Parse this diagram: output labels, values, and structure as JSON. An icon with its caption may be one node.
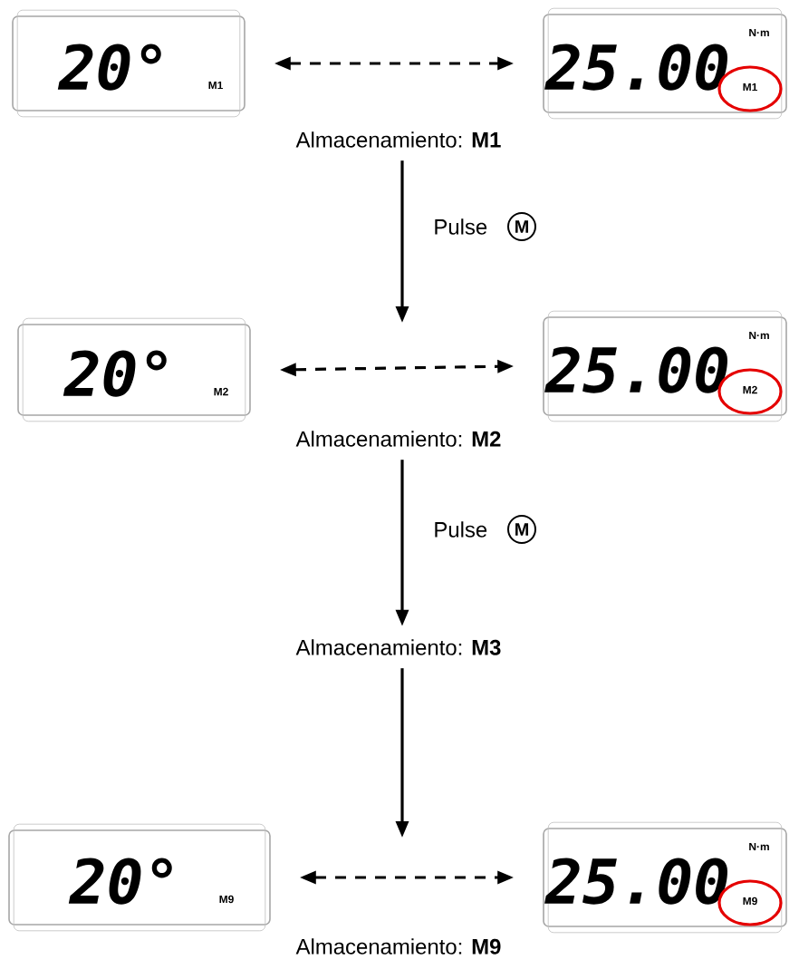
{
  "diagram": {
    "nodes": [
      {
        "text": [
          "20°",
          "M1"
        ]
      },
      {
        "text": [
          "25.00",
          "N·m",
          "M1"
        ]
      },
      {
        "text": [
          "Almacenamiento: **M1**"
        ]
      },
      {
        "text": [
          "20°",
          "M2"
        ]
      },
      {
        "text": [
          "25.00",
          "N·m",
          "M2"
        ]
      },
      {
        "text": [
          "Almacenamiento: **M2**"
        ]
      },
      {
        "text": [
          "Almacenamiento: **M3**"
        ]
      },
      {
        "text": [
          "20°",
          "M9"
        ]
      },
      {
        "text": [
          "25.00",
          "N·m",
          "M9"
        ]
      },
      {
        "text": [
          "Almacenamiento: **M9**"
        ]
      }
    ],
    "edges": [
      {
        "from": 0,
        "to": 1,
        "arrow": "both",
        "style": "dashed"
      },
      {
        "from": 2,
        "to": null,
        "arrow": "to",
        "label": "Pulse"
      },
      {
        "from": 3,
        "to": 4,
        "arrow": "both",
        "style": "dashed"
      },
      {
        "from": 5,
        "to": 6,
        "arrow": "to",
        "label": "Pulse"
      },
      {
        "from": 6,
        "to": null,
        "arrow": "to"
      },
      {
        "from": 7,
        "to": 8,
        "arrow": "both",
        "style": "dashed"
      }
    ],
    "labels": [
      "M",
      "M"
    ]
  }
}
